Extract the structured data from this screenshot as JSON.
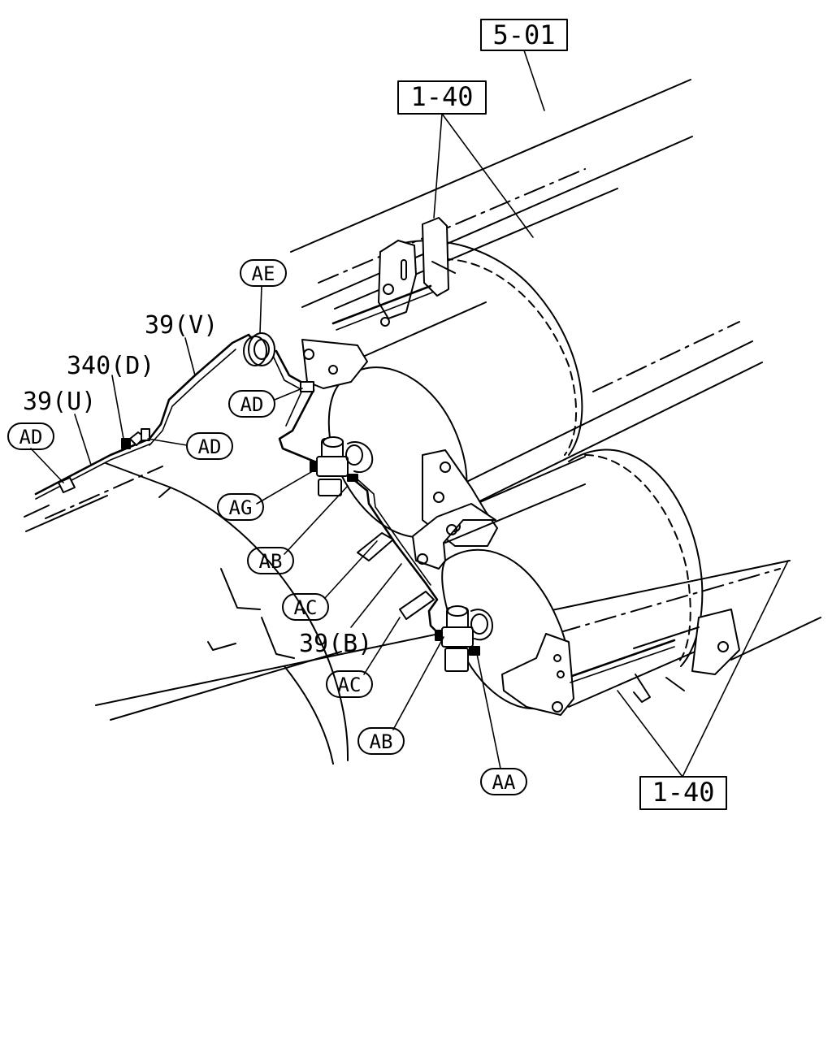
{
  "references": {
    "section_top": "5-01",
    "section_mid": "1-40",
    "section_bottom": "1-40"
  },
  "part_labels": {
    "p39v": "39(V)",
    "p340d": "340(D)",
    "p39u": "39(U)",
    "p39b": "39(B)"
  },
  "callouts": {
    "ae": "AE",
    "ad_upper": "AD",
    "ad_mid": "AD",
    "ad_left": "AD",
    "ag": "AG",
    "ab_upper": "AB",
    "ac_upper": "AC",
    "ac_lower": "AC",
    "ab_lower": "AB",
    "aa": "AA"
  }
}
